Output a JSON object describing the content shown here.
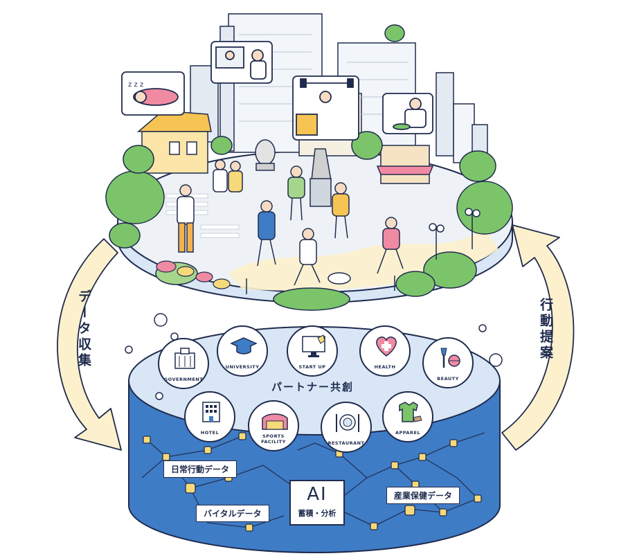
{
  "cycle": {
    "left_arrow_label": "データ収集",
    "right_arrow_label": "行動提案"
  },
  "platform": {
    "title": "パートナー共創",
    "partners": [
      {
        "label": "GOVERNMENT",
        "icon": "government-building-icon"
      },
      {
        "label": "UNIVERSITY",
        "icon": "graduation-cap-icon"
      },
      {
        "label": "START UP",
        "icon": "monitor-icon"
      },
      {
        "label": "HEALTH",
        "icon": "heart-cross-icon"
      },
      {
        "label": "BEAUTY",
        "icon": "makeup-brush-icon"
      },
      {
        "label": "HOTEL",
        "icon": "hotel-icon"
      },
      {
        "label": "SPORTS FACILITY",
        "icon": "stadium-icon"
      },
      {
        "label": "RESTAURANT",
        "icon": "plate-cutlery-icon"
      },
      {
        "label": "APPAREL",
        "icon": "clothing-icon"
      }
    ]
  },
  "data_layer": {
    "tags": {
      "daily_behavior": "日常行動データ",
      "vital": "バイタルデータ",
      "industrial_health": "産業保健データ"
    },
    "ai": {
      "title": "AI",
      "subtitle": "蓄積・分析"
    }
  },
  "colors": {
    "navy": "#1f2b4d",
    "blue": "#3f7cc6",
    "light_blue": "#d8e6f5",
    "cream": "#fcf1cc",
    "green": "#7cc46a",
    "yellow": "#f6d97a",
    "orange": "#f3b24e",
    "pink": "#f08aa2"
  }
}
